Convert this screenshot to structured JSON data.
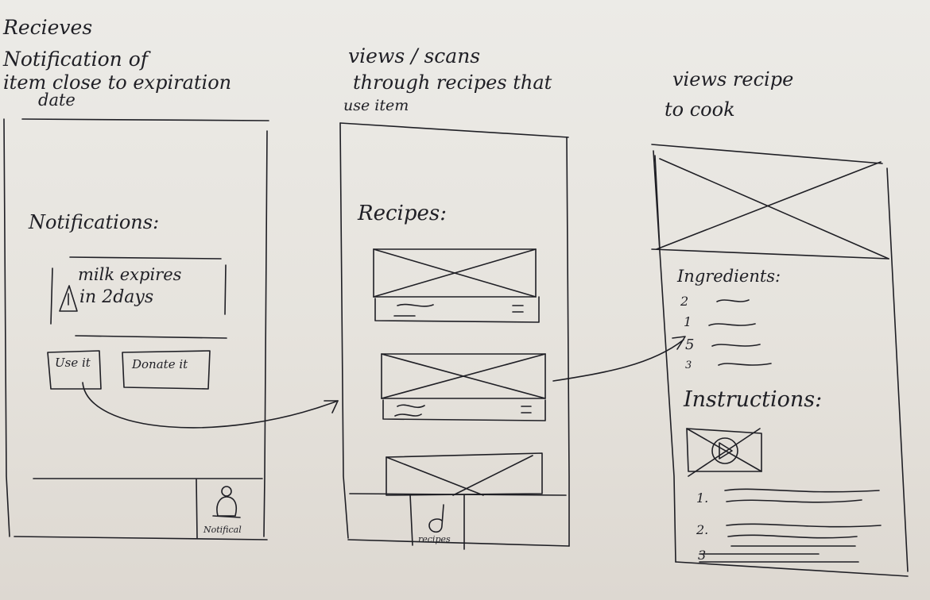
{
  "captions": {
    "step1_title": "Recieves",
    "step1_line1": "Notification of",
    "step1_line2": "item close to expiration",
    "step1_line3": "date",
    "step2_line1": "views / scans",
    "step2_line2": "through recipes that",
    "step2_line3": "use item",
    "step3_line1": "views recipe",
    "step3_line2": "to cook"
  },
  "screen1": {
    "heading": "Notifications:",
    "alert_line1": "milk expires",
    "alert_line2": "in 2days",
    "use_button": "Use it",
    "donate_button": "Donate it",
    "tab_label": "Notifical"
  },
  "screen2": {
    "heading": "Recipes:",
    "tab_label": "recipes"
  },
  "screen3": {
    "ingredients_heading": "Ingredients:",
    "ingredient_qty": [
      "2",
      "1",
      "5",
      "3"
    ],
    "instructions_heading": "Instructions:",
    "step_numbers": [
      "1.",
      "2.",
      "3"
    ]
  }
}
